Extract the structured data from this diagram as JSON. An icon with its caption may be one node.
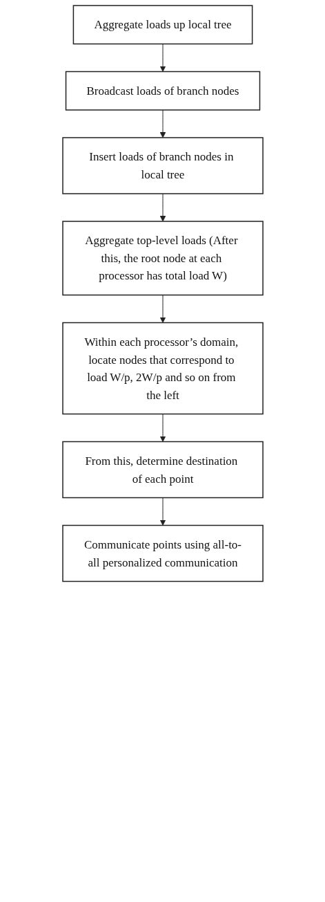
{
  "diagram": {
    "nodes": [
      {
        "text": [
          "Aggregate loads up local tree"
        ]
      },
      {
        "text": [
          "Broadcast loads of branch nodes"
        ]
      },
      {
        "text": [
          "Insert loads of branch nodes in local tree"
        ]
      },
      {
        "text": [
          "Aggregate top-level loads (After this, the root node at each processor has total load W)"
        ]
      },
      {
        "text": [
          "Within each processor’s domain, locate nodes that correspond to load W/p, 2W/p and so on from the left"
        ]
      },
      {
        "text": [
          "From this, determine destination of each point"
        ]
      },
      {
        "text": [
          "Communicate points using all-to-all personalized communication"
        ]
      }
    ],
    "edges": [
      {
        "from": 0,
        "to": 1,
        "arrow": "to"
      },
      {
        "from": 1,
        "to": 2,
        "arrow": "to"
      },
      {
        "from": 2,
        "to": 3,
        "arrow": "to"
      },
      {
        "from": 3,
        "to": 4,
        "arrow": "to"
      },
      {
        "from": 4,
        "to": 5,
        "arrow": "to"
      },
      {
        "from": 5,
        "to": 6,
        "arrow": "to"
      }
    ]
  }
}
